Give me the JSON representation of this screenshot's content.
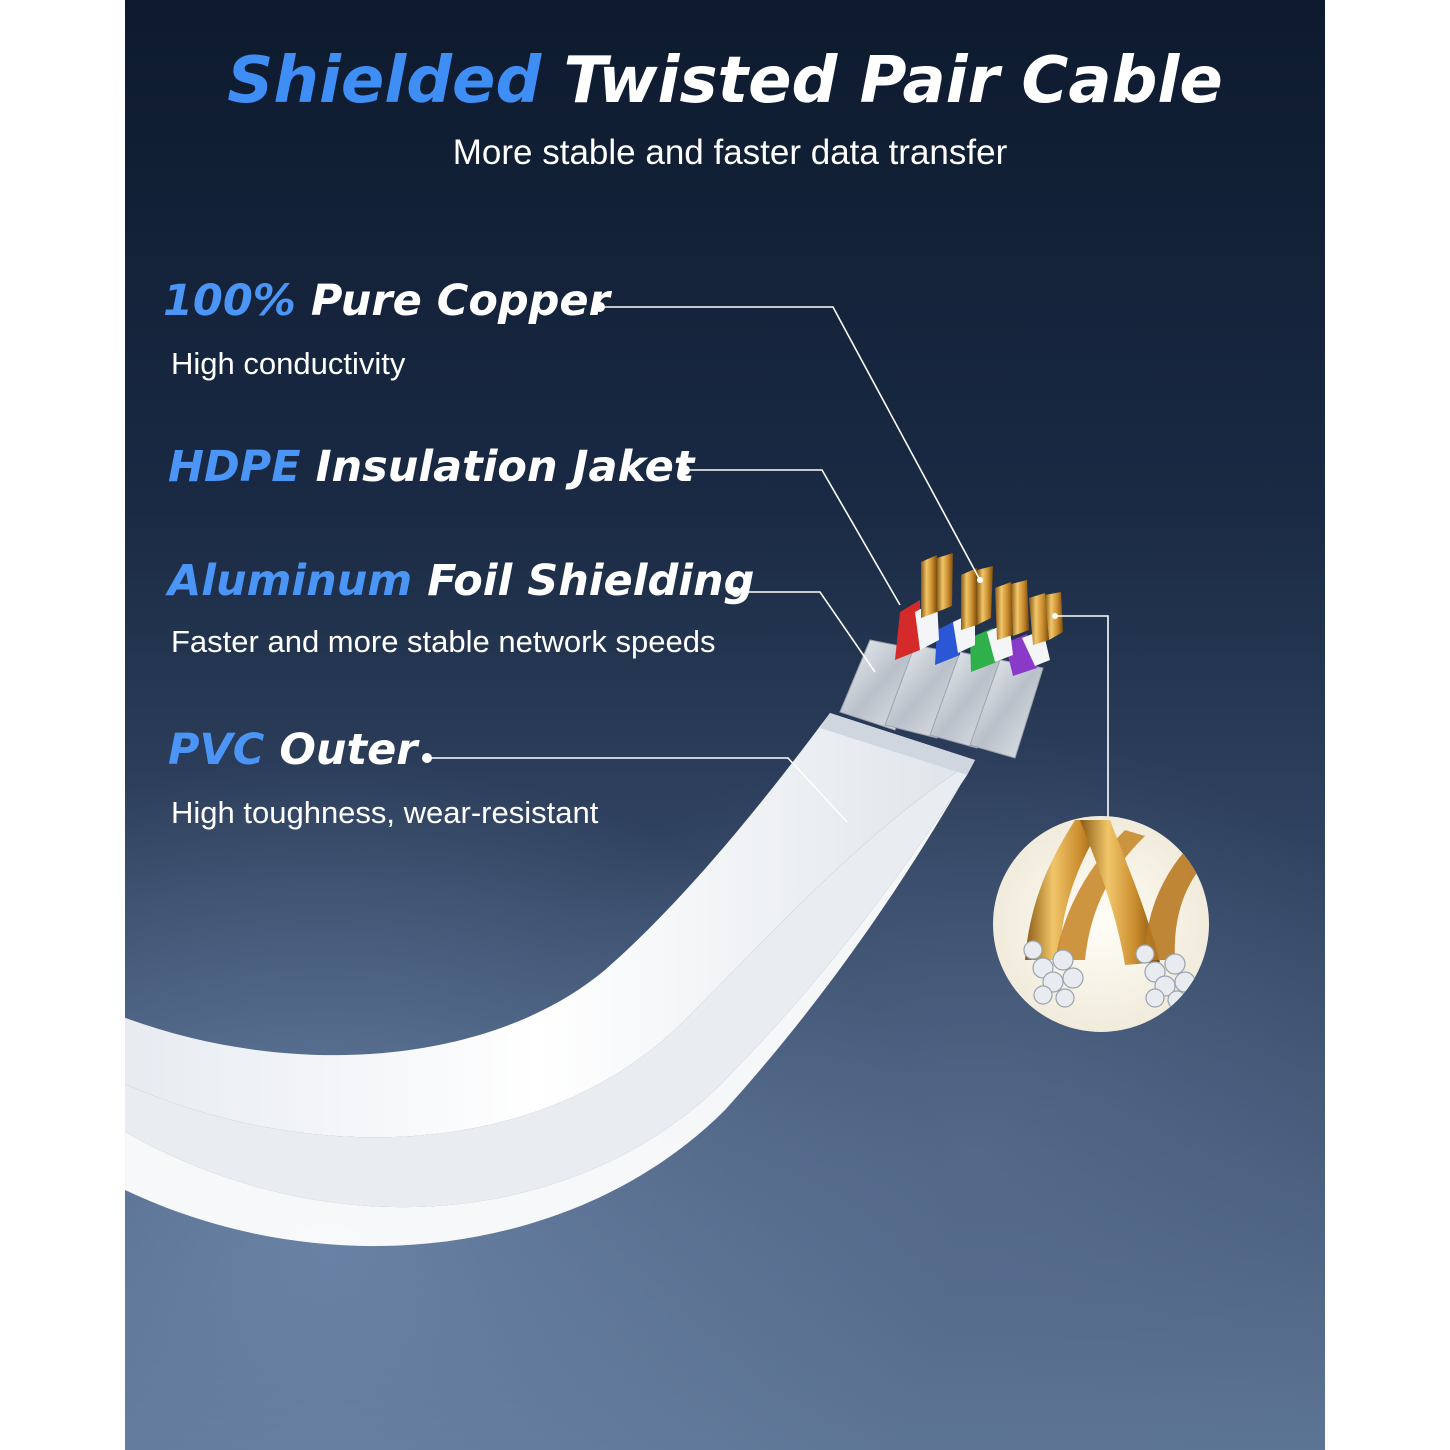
{
  "header": {
    "title_accent": "Shielded",
    "title_main": "Twisted Pair Cable",
    "subtitle": "More stable and faster data transfer"
  },
  "features": [
    {
      "accent": "100%",
      "title": "Pure Copper",
      "desc": "High conductivity"
    },
    {
      "accent": "HDPE",
      "title": "Insulation Jaket",
      "desc": ""
    },
    {
      "accent": "Aluminum",
      "title": "Foil Shielding",
      "desc": "Faster and more stable network speeds"
    },
    {
      "accent": "PVC",
      "title": "Outer",
      "desc": "High toughness, wear-resistant"
    }
  ],
  "colors": {
    "accent": "#3f8ef5",
    "background_top": "#0d1a2e",
    "background_bottom": "#5d7595",
    "cable": "#f4f6f9",
    "copper": "#d9a441",
    "pair_colors": [
      "#d42a2a",
      "#2b56d6",
      "#2fb04a",
      "#8a3ac9"
    ]
  }
}
